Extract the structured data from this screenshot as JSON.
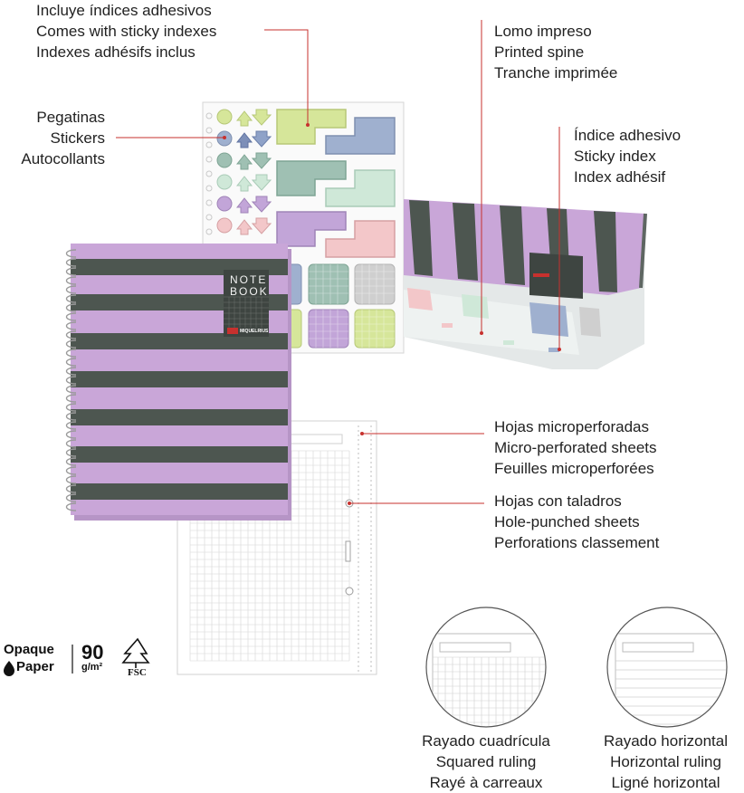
{
  "callouts": {
    "sticky_indexes": [
      "Incluye índices adhesivos",
      "Comes with sticky indexes",
      "Indexes adhésifs inclus"
    ],
    "printed_spine": [
      "Lomo impreso",
      "Printed spine",
      "Tranche imprimée"
    ],
    "stickers": [
      "Pegatinas",
      "Stickers",
      "Autocollants"
    ],
    "sticky_index": [
      "Índice adhesivo",
      "Sticky index",
      "Index adhésif"
    ],
    "micro_perforated": [
      "Hojas microperforadas",
      "Micro-perforated sheets",
      "Feuilles microperforées"
    ],
    "hole_punched": [
      "Hojas con taladros",
      "Hole-punched sheets",
      "Perforations classement"
    ]
  },
  "rulings": {
    "squared": [
      "Rayado cuadrícula",
      "Squared ruling",
      "Rayé à carreaux"
    ],
    "horizontal": [
      "Rayado horizontal",
      "Horizontal ruling",
      "Ligné horizontal"
    ]
  },
  "cover": {
    "title_line1": "NOTE",
    "title_line2": "BOOK",
    "brand": "MIQUELRIUS"
  },
  "badges": {
    "opaque": "Opaque",
    "paper": "Paper",
    "weight": "90",
    "weight_unit": "g/m²",
    "fsc": "FSC"
  },
  "colors": {
    "lilac": "#c9a6d8",
    "stripe_dark": "#4d5650",
    "accent_red": "#c7312e",
    "sticker_lime": "#d6e69a",
    "sticker_blue": "#9fb0cf",
    "sticker_sage": "#9fc0b3",
    "sticker_mint": "#cfe8d8",
    "sticker_purple": "#c2a5d8",
    "sticker_pink": "#f3c7c9",
    "sticker_grey": "#cfcfcf"
  }
}
